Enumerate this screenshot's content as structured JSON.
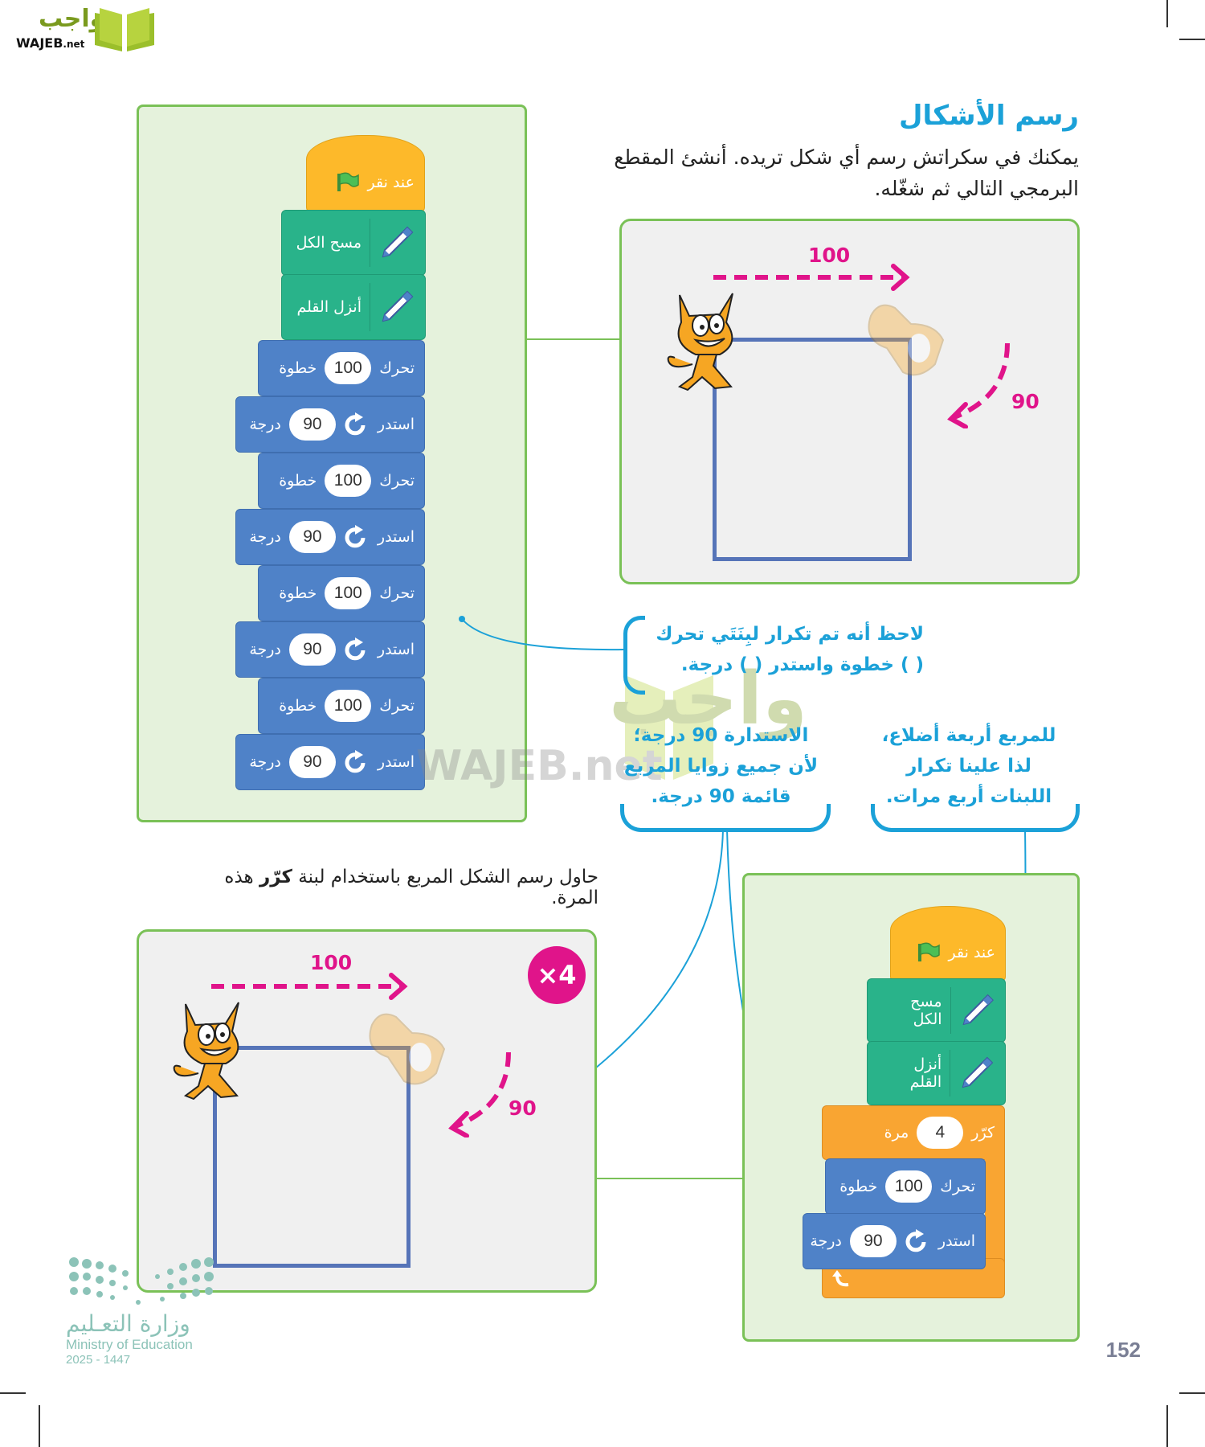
{
  "brand": {
    "arabic": "واجب",
    "latin": "WAJEB",
    "tld": ".net"
  },
  "section": {
    "title": "رسم الأشكال",
    "intro": "يمكنك في سكراتش رسم أي شكل تريده. أنشئ المقطع البرمجي التالي ثم شغّله."
  },
  "colors": {
    "accent_blue": "#1ba1d8",
    "magenta": "#e0148a",
    "panel_green": "#7ac157",
    "motion": "#4f82c8",
    "pen": "#29b38a",
    "event": "#fdb92a",
    "control": "#f9a532"
  },
  "script1": {
    "hat": {
      "label": "عند نقر",
      "icon": "green-flag-icon"
    },
    "pen_blocks": [
      {
        "label": "مسح الكل",
        "icon": "pen-icon"
      },
      {
        "label": "أنزل القلم",
        "icon": "pen-icon"
      }
    ],
    "motion_blocks": [
      {
        "type": "move",
        "prefix": "تحرك",
        "value": "100",
        "suffix": "خطوة"
      },
      {
        "type": "turn",
        "prefix": "استدر",
        "value": "90",
        "suffix": "درجة"
      },
      {
        "type": "move",
        "prefix": "تحرك",
        "value": "100",
        "suffix": "خطوة"
      },
      {
        "type": "turn",
        "prefix": "استدر",
        "value": "90",
        "suffix": "درجة"
      },
      {
        "type": "move",
        "prefix": "تحرك",
        "value": "100",
        "suffix": "خطوة"
      },
      {
        "type": "turn",
        "prefix": "استدر",
        "value": "90",
        "suffix": "درجة"
      },
      {
        "type": "move",
        "prefix": "تحرك",
        "value": "100",
        "suffix": "خطوة"
      },
      {
        "type": "turn",
        "prefix": "استدر",
        "value": "90",
        "suffix": "درجة"
      }
    ]
  },
  "stage1": {
    "distance_label": "100",
    "angle_label": "90"
  },
  "callouts": {
    "notice": "لاحظ أنه تم تكرار لبِنَتَي تحرك ( ) خطوة واستدر ( ) درجة.",
    "angle_reason": "الاستدارة 90 درجة؛ لأن جميع زوايا المربع قائمة 90 درجة.",
    "repeat_reason": "للمربع أربعة أضلاع، لذا علينا تكرار اللبنات أربع مرات."
  },
  "instruction": {
    "before": "حاول رسم الشكل المربع باستخدام لبنة ",
    "bold": "كرّر",
    "after": " هذه المرة."
  },
  "stage2": {
    "distance_label": "100",
    "angle_label": "90",
    "repeat_badge": "×4"
  },
  "script2": {
    "hat": {
      "label": "عند نقر",
      "icon": "green-flag-icon"
    },
    "pen_blocks": [
      {
        "label": "مسح الكل",
        "icon": "pen-icon"
      },
      {
        "label": "أنزل القلم",
        "icon": "pen-icon"
      }
    ],
    "repeat": {
      "prefix": "كرّر",
      "value": "4",
      "suffix": "مرة"
    },
    "inner": [
      {
        "type": "move",
        "prefix": "تحرك",
        "value": "100",
        "suffix": "خطوة"
      },
      {
        "type": "turn",
        "prefix": "استدر",
        "value": "90",
        "suffix": "درجة"
      }
    ]
  },
  "footer": {
    "ministry_ar": "وزارة التعـليم",
    "ministry_en": "Ministry of Education",
    "year": "2025 - 1447",
    "page_number": "152"
  }
}
